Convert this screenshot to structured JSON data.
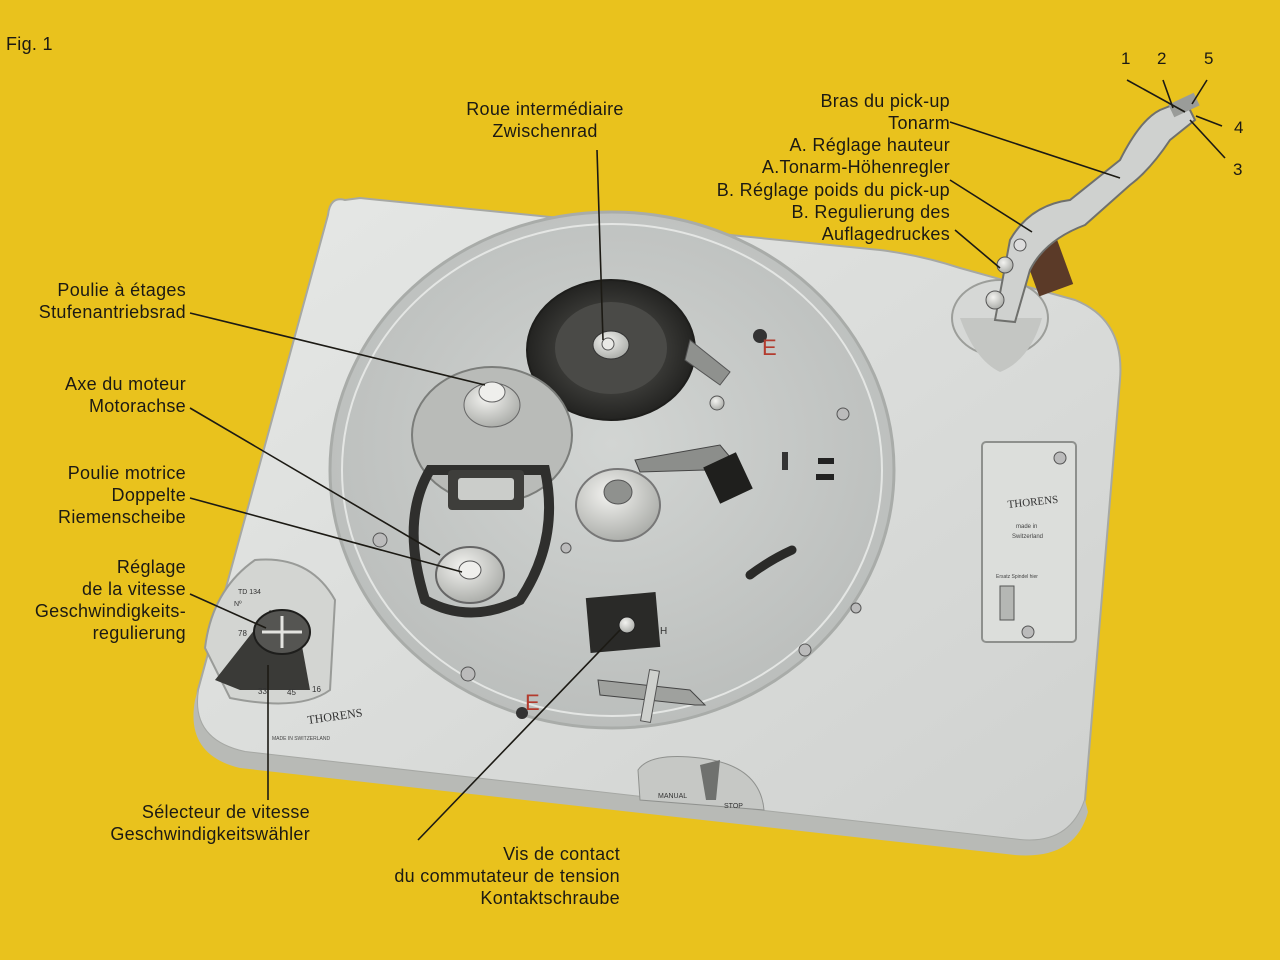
{
  "figure_label": "Fig. 1",
  "labels": {
    "roue": [
      "Roue intermédiaire",
      "Zwischenrad"
    ],
    "bras": [
      "Bras du pick-up",
      "Tonarm"
    ],
    "reglage_hauteur": [
      "A. Réglage hauteur",
      "A.Tonarm-Höhenregler"
    ],
    "reglage_poids": [
      "B. Réglage poids du pick-up",
      "B. Regulierung des",
      "Auflagedruckes"
    ],
    "poulie_etages": [
      "Poulie à étages",
      "Stufenantriebsrad"
    ],
    "axe_moteur": [
      "Axe du moteur",
      "Motorachse"
    ],
    "poulie_motrice": [
      "Poulie motrice",
      "Doppelte",
      "Riemenscheibe"
    ],
    "reglage_vitesse": [
      "Réglage",
      "de la vitesse",
      "Geschwindigkeits-",
      "regulierung"
    ],
    "selecteur": [
      "Sélecteur de vitesse",
      "Geschwindigkeitswähler"
    ],
    "vis_contact": [
      "Vis de contact",
      "du commutateur de tension",
      "Kontaktschraube"
    ]
  },
  "arm_numbers": [
    "1",
    "2",
    "5",
    "4",
    "3"
  ],
  "device": {
    "brand_plate": "THORENS",
    "plate_small_1": "made in",
    "plate_small_2": "Switzerland",
    "plate_small_3": "Ersatz Spindel hier",
    "model_tag": "TD 134",
    "model_no": "Nº",
    "base_brand": "THORENS",
    "base_sub": "MADE IN SWITZERLAND",
    "speeds": [
      "78",
      "45",
      "33",
      "16"
    ],
    "manual_label": "MANUAL",
    "stop_label": "STOP",
    "mark_e1": "E",
    "mark_e2": "E",
    "mark_h": "H"
  },
  "colors": {
    "background": "#e9c21d",
    "chassis": "#dcdedc",
    "platter_well": "#c9ccca",
    "leader_line": "#1c1a14",
    "rubber": "#3a3a38"
  }
}
